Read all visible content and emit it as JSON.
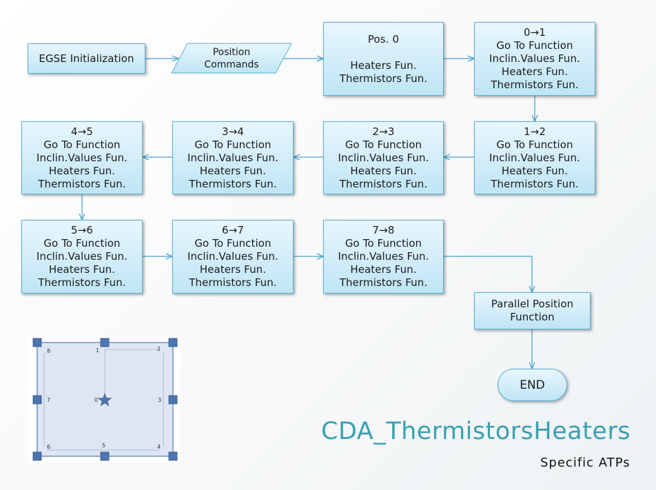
{
  "nodes": {
    "egse": {
      "lines": [
        "EGSE Initialization"
      ]
    },
    "position_commands": {
      "lines": [
        "Position",
        "Commands"
      ]
    },
    "pos0": {
      "title": "Pos. 0",
      "lines": [
        "Heaters Fun.",
        "Thermistors Fun."
      ]
    },
    "t01": {
      "lines": [
        "0→1",
        "Go To Function",
        "Inclin.Values Fun.",
        "Heaters Fun.",
        "Thermistors Fun."
      ]
    },
    "t12": {
      "lines": [
        "1→2",
        "Go To Function",
        "Inclin.Values Fun.",
        "Heaters Fun.",
        "Thermistors Fun."
      ]
    },
    "t23": {
      "lines": [
        "2→3",
        "Go To Function",
        "Inclin.Values Fun.",
        "Heaters Fun.",
        "Thermistors Fun."
      ]
    },
    "t34": {
      "lines": [
        "3→4",
        "Go To Function",
        "Inclin.Values Fun.",
        "Heaters Fun.",
        "Thermistors Fun."
      ]
    },
    "t45": {
      "lines": [
        "4→5",
        "Go To Function",
        "Inclin.Values Fun.",
        "Heaters Fun.",
        "Thermistors Fun."
      ]
    },
    "t56": {
      "lines": [
        "5→6",
        "Go To Function",
        "Inclin.Values Fun.",
        "Heaters Fun.",
        "Thermistors Fun."
      ]
    },
    "t67": {
      "lines": [
        "6→7",
        "Go To Function",
        "Inclin.Values Fun.",
        "Heaters Fun.",
        "Thermistors Fun."
      ]
    },
    "t78": {
      "lines": [
        "7→8",
        "Go To Function",
        "Inclin.Values Fun.",
        "Heaters Fun.",
        "Thermistors Fun."
      ]
    },
    "parallel": {
      "lines": [
        "Parallel Position",
        "Function"
      ]
    },
    "end": {
      "label": "END"
    }
  },
  "title": "CDA_ThermistorsHeaters",
  "subtitle": "Specific ATPs",
  "position_map": {
    "labels": {
      "p0": "0",
      "p1": "1",
      "p2": "2",
      "p3": "3",
      "p4": "4",
      "p5": "5",
      "p6": "6",
      "p7": "7",
      "p8": "8"
    },
    "center_icon": "star-icon",
    "handle_icon": "square-handle"
  },
  "colors": {
    "box_border": "#5aaed4",
    "box_fill_top": "#e8f6fd",
    "box_fill_bottom": "#bfe5f5",
    "connector": "#4aa3cc",
    "title": "#3a9fb0",
    "handle": "#4f75b0",
    "panel_fill": "#dde6f2"
  }
}
